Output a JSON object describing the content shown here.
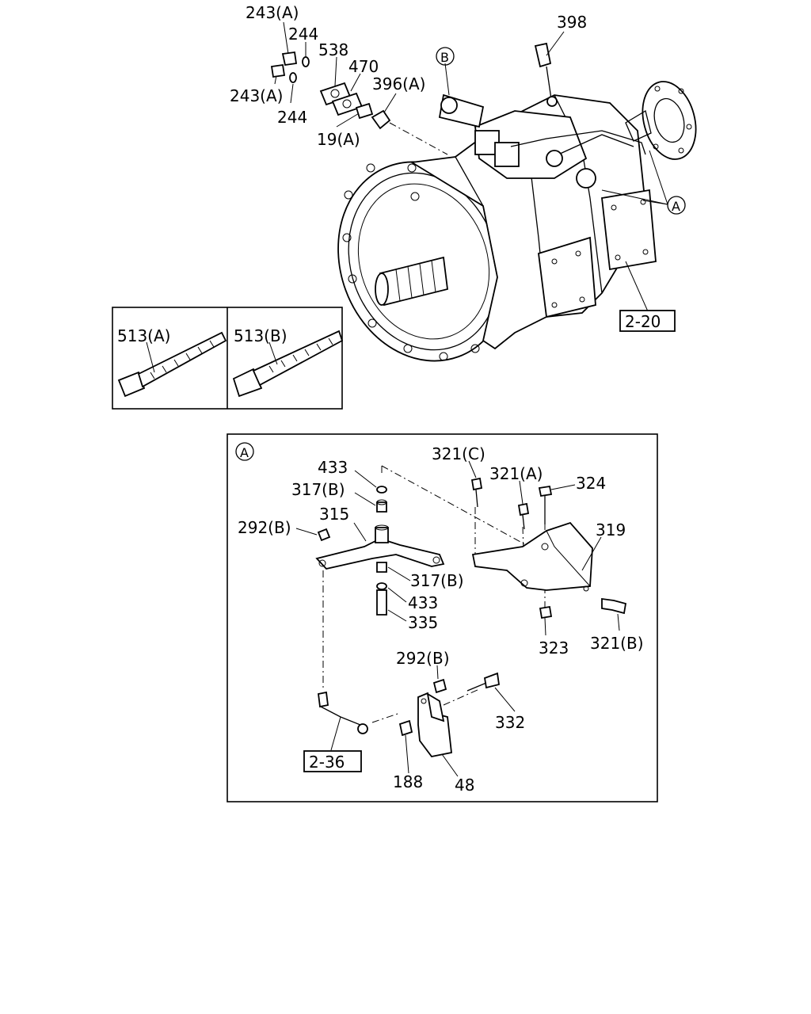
{
  "top_callouts": {
    "c243a_top": "243(A)",
    "c244_top": "244",
    "c538": "538",
    "c470": "470",
    "c396a": "396(A)",
    "c243a_bottom": "243(A)",
    "c244_bottom": "244",
    "c19a": "19(A)",
    "c398": "398",
    "ref_b": "B",
    "ref_a": "A",
    "ref_220": "2-20"
  },
  "tie_box": {
    "c513a": "513(A)",
    "c513b": "513(B)"
  },
  "detail_a": {
    "circle_label": "A",
    "c433_top": "433",
    "c317b_top": "317(B)",
    "c315": "315",
    "c292b_left": "292(B)",
    "c321c": "321(C)",
    "c321a": "321(A)",
    "c324": "324",
    "c319": "319",
    "c317b_mid": "317(B)",
    "c433_mid": "433",
    "c335": "335",
    "c323": "323",
    "c321b": "321(B)",
    "c292b_right": "292(B)",
    "c332": "332",
    "c188": "188",
    "c48": "48",
    "ref_236": "2-36"
  }
}
